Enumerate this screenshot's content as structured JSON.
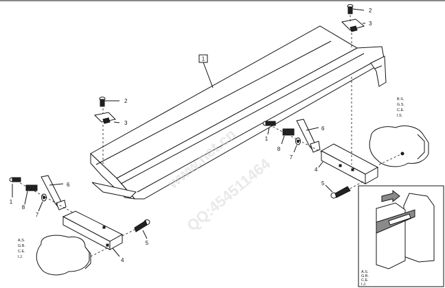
{
  "callouts": {
    "main": "1",
    "bolt": "1",
    "screw": "2",
    "clamp": "3",
    "bracket": "4",
    "pin": "5",
    "lever": "6",
    "washer": "7",
    "spring": "8"
  },
  "markets_right": [
    "B.S.",
    "G.S.",
    "C.E.",
    "I.S."
  ],
  "markets_left": [
    "A.S.",
    "G.B.",
    "C.E.",
    "I.J."
  ],
  "markets_inset": [
    "A.S.",
    "G.B.",
    "C.E.",
    "I.J."
  ],
  "watermark": [
    "www.net.cn",
    "QQ:454511464"
  ],
  "icons": {
    "arrow": "arrow-icon"
  }
}
